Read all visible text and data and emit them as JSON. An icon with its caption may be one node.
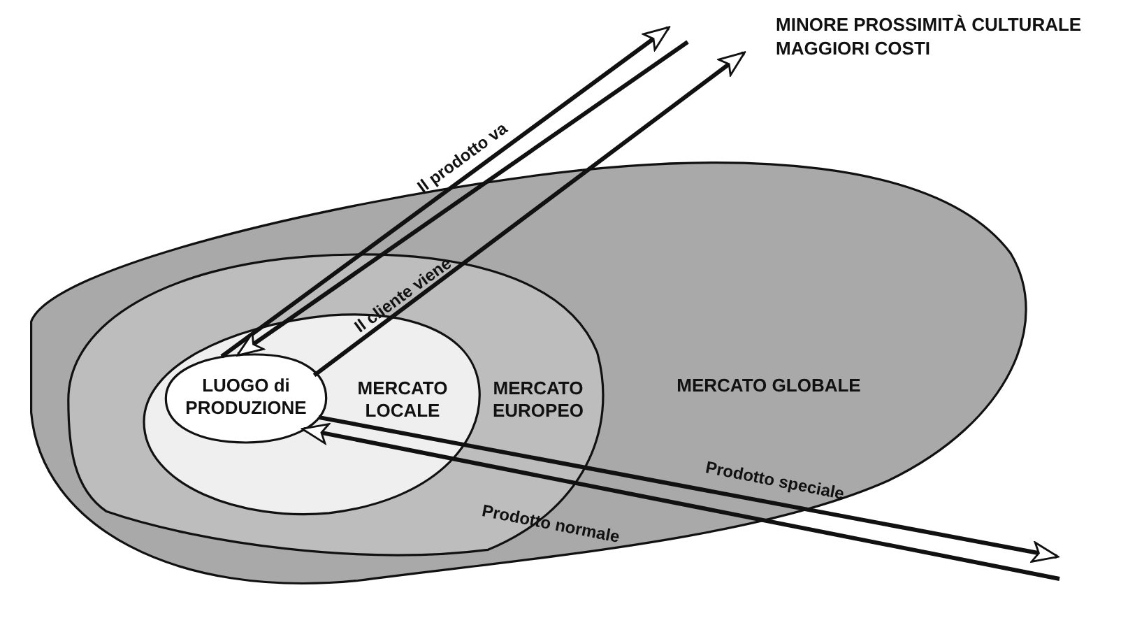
{
  "diagram": {
    "nodes": [
      {
        "text": [
          "MERCATO GLOBALE"
        ]
      },
      {
        "text": [
          "MERCATO EUROPEO"
        ],
        "in": 0
      },
      {
        "text": [
          "MERCATO LOCALE"
        ],
        "in": 1
      },
      {
        "text": [
          "LUOGO di PRODUZIONE"
        ],
        "in": 2
      }
    ],
    "edges": [
      {
        "from": 3,
        "to": null,
        "arrow": "to",
        "label": "Il prodotto va"
      },
      {
        "from": null,
        "to": 3,
        "arrow": "to",
        "label": "Il cliente viene"
      },
      {
        "from": 3,
        "to": null,
        "arrow": "to"
      },
      {
        "from": 3,
        "to": null,
        "arrow": "to",
        "label": "Prodotto speciale"
      },
      {
        "from": null,
        "to": 3,
        "arrow": "to",
        "label": "Prodotto normale"
      }
    ],
    "labels": [
      "MINORE PROSSIMITÀ CULTURALE",
      "MAGGIORI COSTI"
    ]
  }
}
